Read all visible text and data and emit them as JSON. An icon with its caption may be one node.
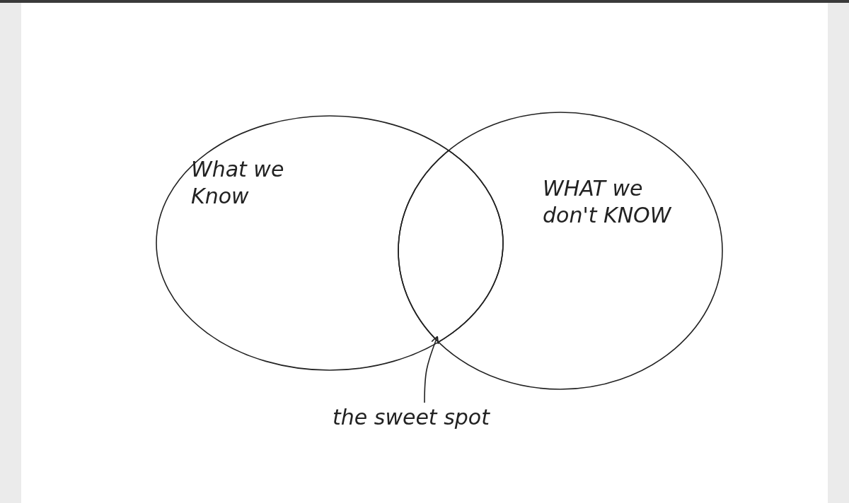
{
  "diagram": {
    "nodes": [
      {
        "text": [
          "What we Know"
        ]
      },
      {
        "text": [
          "WHAT we don't KNOW"
        ]
      },
      {
        "text": [
          "the sweet spot"
        ]
      },
      {
        "text": [],
        "shape": "lens"
      }
    ],
    "edges": [
      {
        "from": 2,
        "to": 3,
        "arrow": "to"
      }
    ]
  }
}
